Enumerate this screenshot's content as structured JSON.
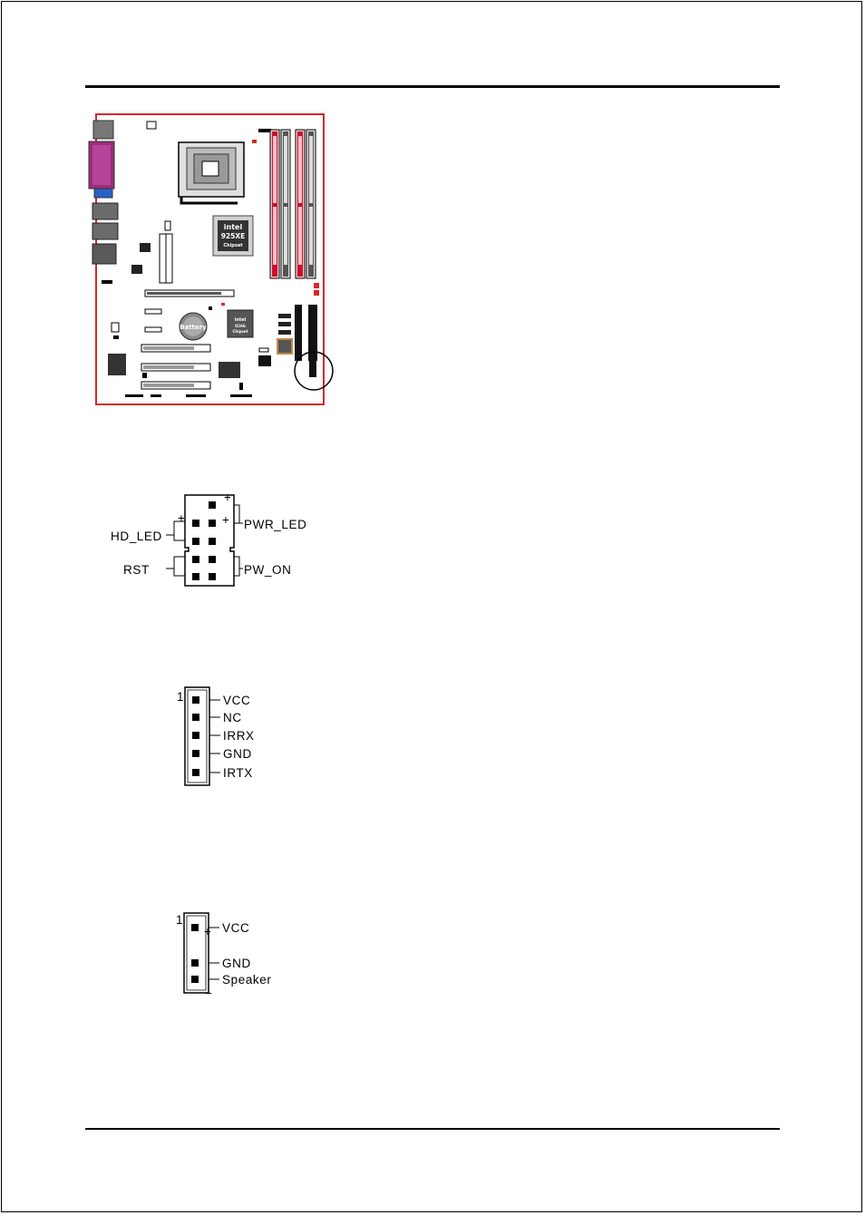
{
  "board": {
    "northbridge": {
      "brand": "intel",
      "model": "925XE",
      "sub": "Chipset"
    },
    "southbridge": {
      "brand": "intel",
      "model": "ICH6",
      "sub": "Chipset"
    },
    "battery_label": "Battery",
    "colors": {
      "outline": "#d9262b",
      "dimm_fill": "#f6c3c6",
      "dimm_slot": "#c8102e"
    }
  },
  "front_panel": {
    "labels": {
      "hd_led": "HD_LED",
      "pwr_led": "PWR_LED",
      "rst": "RST",
      "pw_on": "PW_ON",
      "plus": "+"
    }
  },
  "irda": {
    "pin1": "1",
    "pins": [
      "VCC",
      "NC",
      "IRRX",
      "GND",
      "IRTX"
    ]
  },
  "speaker": {
    "pin1": "1",
    "plus": "+",
    "minus": "−",
    "pins": [
      "VCC",
      "GND",
      "Speaker"
    ]
  }
}
